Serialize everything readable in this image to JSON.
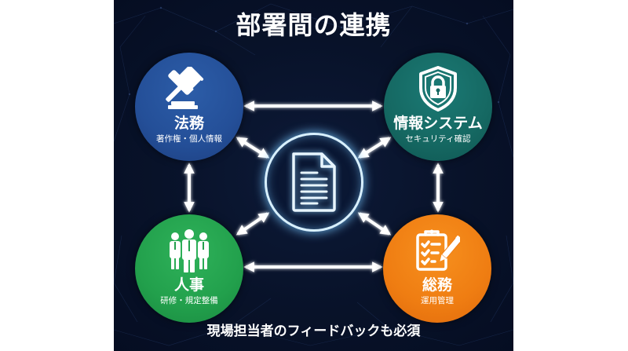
{
  "diagram": {
    "title": "部署間の連携",
    "footer": "現場担当者のフィードバックも必須",
    "center": {
      "icon": "document-icon",
      "label": ""
    },
    "nodes": [
      {
        "id": "legal",
        "name": "法務",
        "sub": "著作権・個人情報",
        "icon": "gavel-icon",
        "color": "#244f98",
        "position": "top-left"
      },
      {
        "id": "it",
        "name": "情報システム",
        "sub": "セキュリティ確認",
        "icon": "shield-lock-icon",
        "color": "#156862",
        "position": "top-right"
      },
      {
        "id": "hr",
        "name": "人事",
        "sub": "研修・規定整備",
        "icon": "people-icon",
        "color": "#22a04c",
        "position": "bottom-left"
      },
      {
        "id": "ga",
        "name": "総務",
        "sub": "運用管理",
        "icon": "clipboard-checklist-icon",
        "color": "#ef7d12",
        "position": "bottom-right"
      }
    ],
    "connections": [
      {
        "from": "legal",
        "to": "it",
        "type": "bidirectional"
      },
      {
        "from": "hr",
        "to": "ga",
        "type": "bidirectional"
      },
      {
        "from": "legal",
        "to": "hr",
        "type": "bidirectional"
      },
      {
        "from": "it",
        "to": "ga",
        "type": "bidirectional"
      },
      {
        "from": "legal",
        "to": "center",
        "type": "bidirectional"
      },
      {
        "from": "it",
        "to": "center",
        "type": "bidirectional"
      },
      {
        "from": "hr",
        "to": "center",
        "type": "bidirectional"
      },
      {
        "from": "ga",
        "to": "center",
        "type": "bidirectional"
      }
    ],
    "colors": {
      "background": "#081229",
      "arrow": "#ffffff",
      "glow": "#78c8ff"
    }
  }
}
